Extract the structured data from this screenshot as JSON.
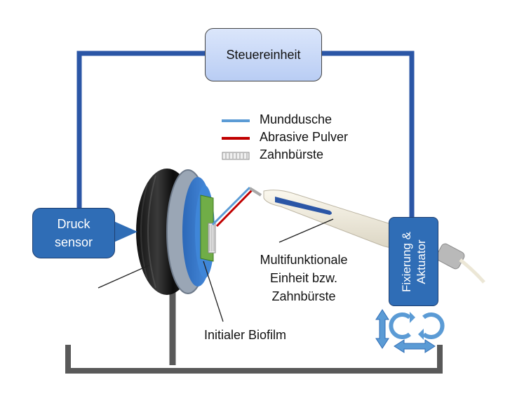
{
  "control_unit": {
    "label": "Steuereinheit"
  },
  "legend": [
    {
      "key": "oral-irrigator",
      "label": "Munddusche",
      "color": "#5b9bd5"
    },
    {
      "key": "abrasive-powder",
      "label": "Abrasive Pulver",
      "color": "#c00000"
    },
    {
      "key": "toothbrush",
      "label": "Zahnbürste",
      "color": "#cccccc"
    }
  ],
  "pressure_sensor": {
    "line1": "Druck",
    "line2": "sensor"
  },
  "multifunctional_unit": {
    "line1": "Multifunktionale",
    "line2": "Einheit bzw.",
    "line3": "Zahnbürste"
  },
  "actuator": {
    "line1": "Fixierung &",
    "line2": "Aktuator"
  },
  "biofilm": {
    "label": "Initialer Biofilm"
  },
  "colors": {
    "wire": "#2b56a6",
    "sensor_fill": "#2f6db6",
    "control_fill": "#c9d9f8",
    "frame": "#595959",
    "biofilm": "#70ad47",
    "arrow": "#5b9bd5"
  }
}
